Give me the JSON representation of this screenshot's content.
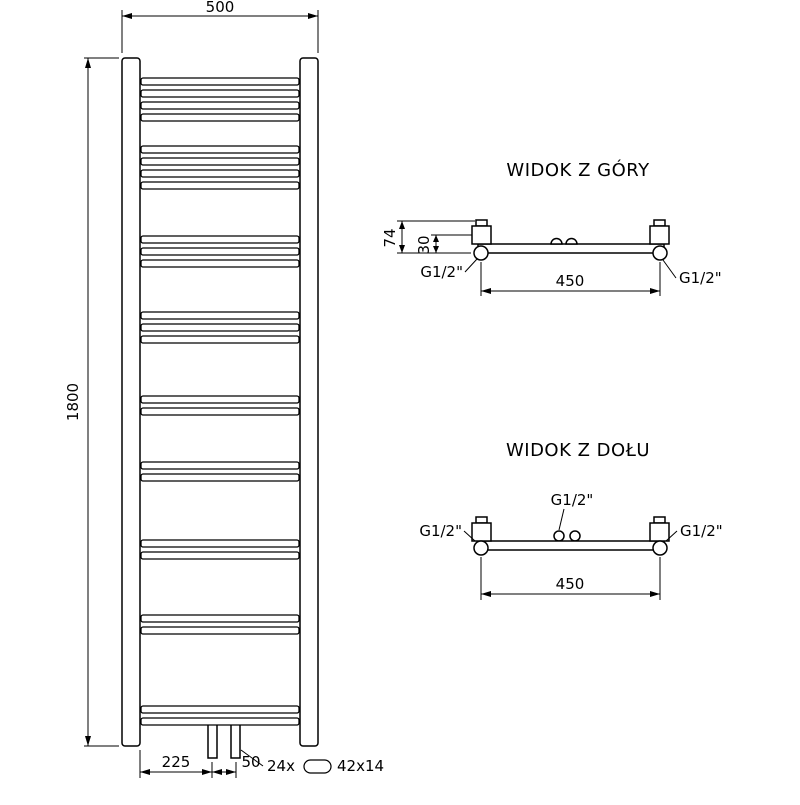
{
  "page": {
    "background": "#ffffff",
    "line_color": "#000000"
  },
  "front_view": {
    "dim_width": "500",
    "dim_height": "1800",
    "dim_bottom_offset": "225",
    "dim_pipe_spacing": "50",
    "tube_count": "24x",
    "tube_profile": "42x14"
  },
  "top_view": {
    "title": "WIDOK Z GÓRY",
    "dim_depth": "74",
    "dim_offset": "30",
    "dim_span": "450",
    "fitting_left": "G1/2\"",
    "fitting_right": "G1/2\""
  },
  "bottom_view": {
    "title": "WIDOK Z DOŁU",
    "fitting_center": "G1/2\"",
    "fitting_left": "G1/2\"",
    "fitting_right": "G1/2\"",
    "dim_span": "450"
  }
}
